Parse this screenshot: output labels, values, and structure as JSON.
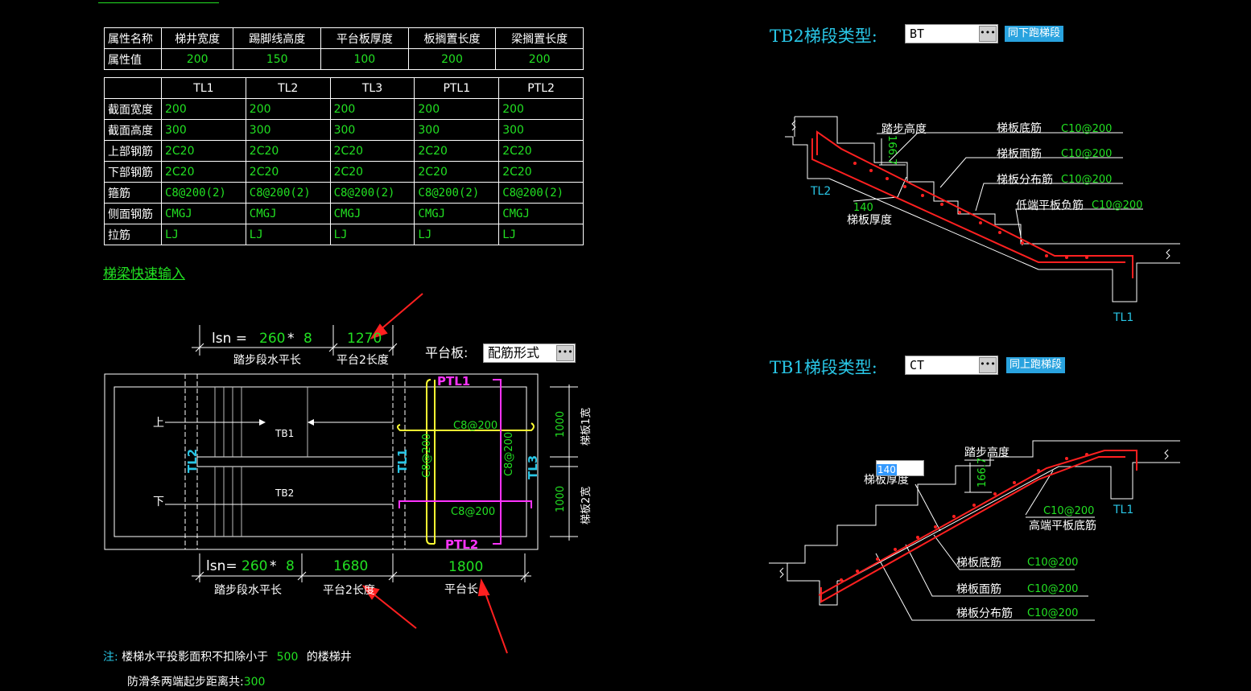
{
  "attr_table": {
    "headers": [
      "属性名称",
      "梯井宽度",
      "踢脚线高度",
      "平台板厚度",
      "板搁置长度",
      "梁搁置长度"
    ],
    "row_label": "属性值",
    "values": [
      "200",
      "150",
      "100",
      "200",
      "200"
    ]
  },
  "beam_table": {
    "columns": [
      "TL1",
      "TL2",
      "TL3",
      "PTL1",
      "PTL2"
    ],
    "rows": [
      {
        "label": "截面宽度",
        "values": [
          "200",
          "200",
          "200",
          "200",
          "200"
        ]
      },
      {
        "label": "截面高度",
        "values": [
          "300",
          "300",
          "300",
          "300",
          "300"
        ]
      },
      {
        "label": "上部钢筋",
        "values": [
          "2C20",
          "2C20",
          "2C20",
          "2C20",
          "2C20"
        ]
      },
      {
        "label": "下部钢筋",
        "values": [
          "2C20",
          "2C20",
          "2C20",
          "2C20",
          "2C20"
        ]
      },
      {
        "label": "箍筋",
        "values": [
          "C8@200(2)",
          "C8@200(2)",
          "C8@200(2)",
          "C8@200(2)",
          "C8@200(2)"
        ]
      },
      {
        "label": "侧面钢筋",
        "values": [
          "CMGJ",
          "CMGJ",
          "CMGJ",
          "CMGJ",
          "CMGJ"
        ]
      },
      {
        "label": "拉筋",
        "values": [
          "LJ",
          "LJ",
          "LJ",
          "LJ",
          "LJ"
        ]
      }
    ]
  },
  "quick_input_link": "梯梁快速输入",
  "plan": {
    "top_lsn_prefix": "lsn = ",
    "top_step_width": "260",
    "top_step_count": "8",
    "top_platform2_length": "1270",
    "top_step_label": "踏步段水平长",
    "top_platform2_label": "平台2长度",
    "platform_label": "平台板:",
    "platform_value": "配筋形式",
    "bottom_lsn_prefix": "lsn=",
    "bottom_step_width": "260",
    "bottom_step_count": "8",
    "bottom_platform2_length": "1680",
    "bottom_platform_length": "1800",
    "bottom_step_label": "踏步段水平长",
    "bottom_platform2_label": "平台2长度",
    "bottom_platform_label": "平台长",
    "up": "上",
    "down": "下",
    "tb1": "TB1",
    "tb2": "TB2",
    "tl1": "TL1",
    "tl2": "TL2",
    "tl3": "TL3",
    "ptl1": "PTL1",
    "ptl2": "PTL2",
    "rebar_top": "C8@200",
    "rebar_bottom": "C8@200",
    "rebar_v1": "C8@200",
    "rebar_v2": "C8@200",
    "dim_1000a": "1000",
    "dim_1000b": "1000",
    "width1_label": "梯板1宽",
    "width2_label": "梯板2宽"
  },
  "notes": {
    "note1_prefix": "注:",
    "note1_text": "楼梯水平投影面积不扣除小于",
    "note1_value": "500",
    "note1_suffix": "的楼梯井",
    "note2_text": "防滑条两端起步距离共:",
    "note2_value": "300"
  },
  "tb2": {
    "title": "TB2梯段类型:",
    "type_value": "BT",
    "button": "同下跑梯段",
    "step_height_label": "踏步高度",
    "step_height_value": "166.7",
    "thickness_value": "140",
    "thickness_label": "梯板厚度",
    "tl2": "TL2",
    "tl1": "TL1",
    "labels": [
      {
        "name": "梯板底筋",
        "value": "C10@200"
      },
      {
        "name": "梯板面筋",
        "value": "C10@200"
      },
      {
        "name": "梯板分布筋",
        "value": "C10@200"
      },
      {
        "name": "低端平板负筋",
        "value": "C10@200"
      }
    ]
  },
  "tb1": {
    "title": "TB1梯段类型:",
    "type_value": "CT",
    "button": "同上跑梯段",
    "step_height_label": "踏步高度",
    "step_height_value": "166.7",
    "thickness_value": "140",
    "thickness_label": "梯板厚度",
    "tl1": "TL1",
    "high_rebar_value": "C10@200",
    "high_rebar_label": "高端平板底筋",
    "labels": [
      {
        "name": "梯板底筋",
        "value": "C10@200"
      },
      {
        "name": "梯板面筋",
        "value": "C10@200"
      },
      {
        "name": "梯板分布筋",
        "value": "C10@200"
      }
    ]
  },
  "colors": {
    "cyan": "#29c6e6",
    "green": "#22e022",
    "red": "#ff2020",
    "yellow": "#ffff33",
    "magenta": "#ff33ff"
  }
}
